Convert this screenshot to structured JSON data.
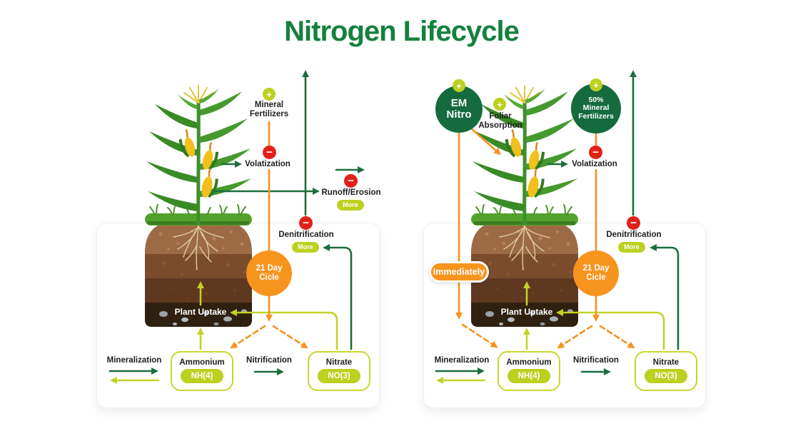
{
  "title": "Nitrogen Lifecycle",
  "icons": {
    "plus": "+",
    "minus": "−"
  },
  "colors": {
    "title_green": "#15813d",
    "arrow_green": "#1b6f3d",
    "chartreuse": "#bcd01f",
    "orange": "#f7941e",
    "red": "#e22118",
    "circle_green": "#156b3d",
    "text_dark": "#1d1d1f"
  },
  "panels": {
    "left": {
      "fertilizers": "Mineral Fertilizers",
      "volatization": "Volatization",
      "runoff": "Runoff/Erosion",
      "runoff_more": "More",
      "denitrification": "Denitrification",
      "denitrification_more": "More",
      "cycle_line1": "21 Day",
      "cycle_line2": "Cicle",
      "plant_uptake": "Plant Uptake",
      "mineralization": "Mineralization",
      "ammonium": "Ammonium",
      "ammonium_formula": "NH(4)",
      "nitrification": "Nitrification",
      "nitrate": "Nitrate",
      "nitrate_formula": "NO(3)"
    },
    "right": {
      "product_line1": "EM",
      "product_line2": "Nitro",
      "foliar": "Foliar Absorption",
      "fertilizers_line1": "50%",
      "fertilizers_line2": "Mineral",
      "fertilizers_line3": "Fertilizers",
      "immediately": "Immediately",
      "volatization": "Volatization",
      "denitrification": "Denitrification",
      "denitrification_more": "More",
      "cycle_line1": "21 Day",
      "cycle_line2": "Cicle",
      "plant_uptake": "Plant Uptake",
      "mineralization": "Mineralization",
      "ammonium": "Ammonium",
      "ammonium_formula": "NH(4)",
      "nitrification": "Nitrification",
      "nitrate": "Nitrate",
      "nitrate_formula": "NO(3)"
    }
  }
}
